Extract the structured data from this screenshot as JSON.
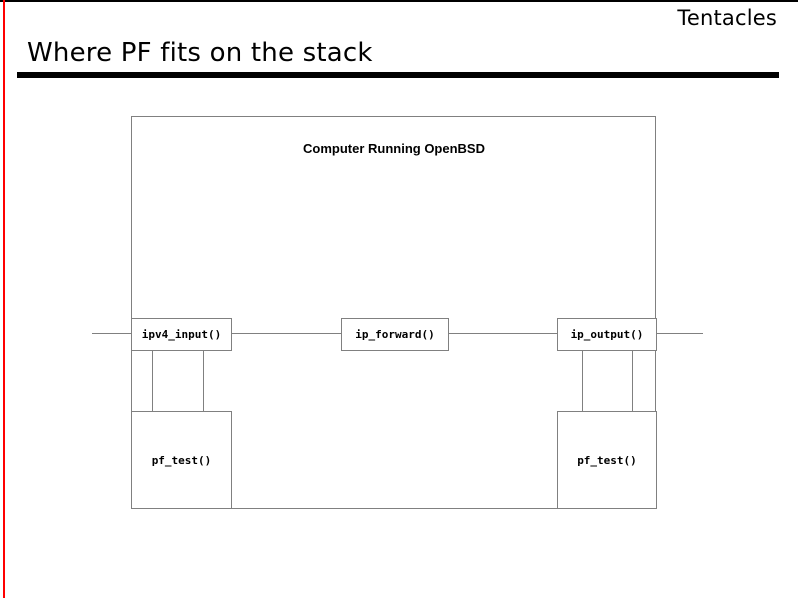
{
  "slide": {
    "deck_name": "Tentacles",
    "title": "Where PF fits on the stack",
    "accent_color": "#ff0000",
    "rule_color": "#000000",
    "line_color": "#808080",
    "background": "#ffffff"
  },
  "diagram": {
    "container_label": "Computer Running OpenBSD",
    "nodes": [
      {
        "id": "ipv4_input",
        "label": "ipv4_input()"
      },
      {
        "id": "ip_forward",
        "label": "ip_forward()"
      },
      {
        "id": "ip_output",
        "label": "ip_output()"
      },
      {
        "id": "pf_test_in",
        "label": "pf_test()"
      },
      {
        "id": "pf_test_out",
        "label": "pf_test()"
      }
    ]
  }
}
